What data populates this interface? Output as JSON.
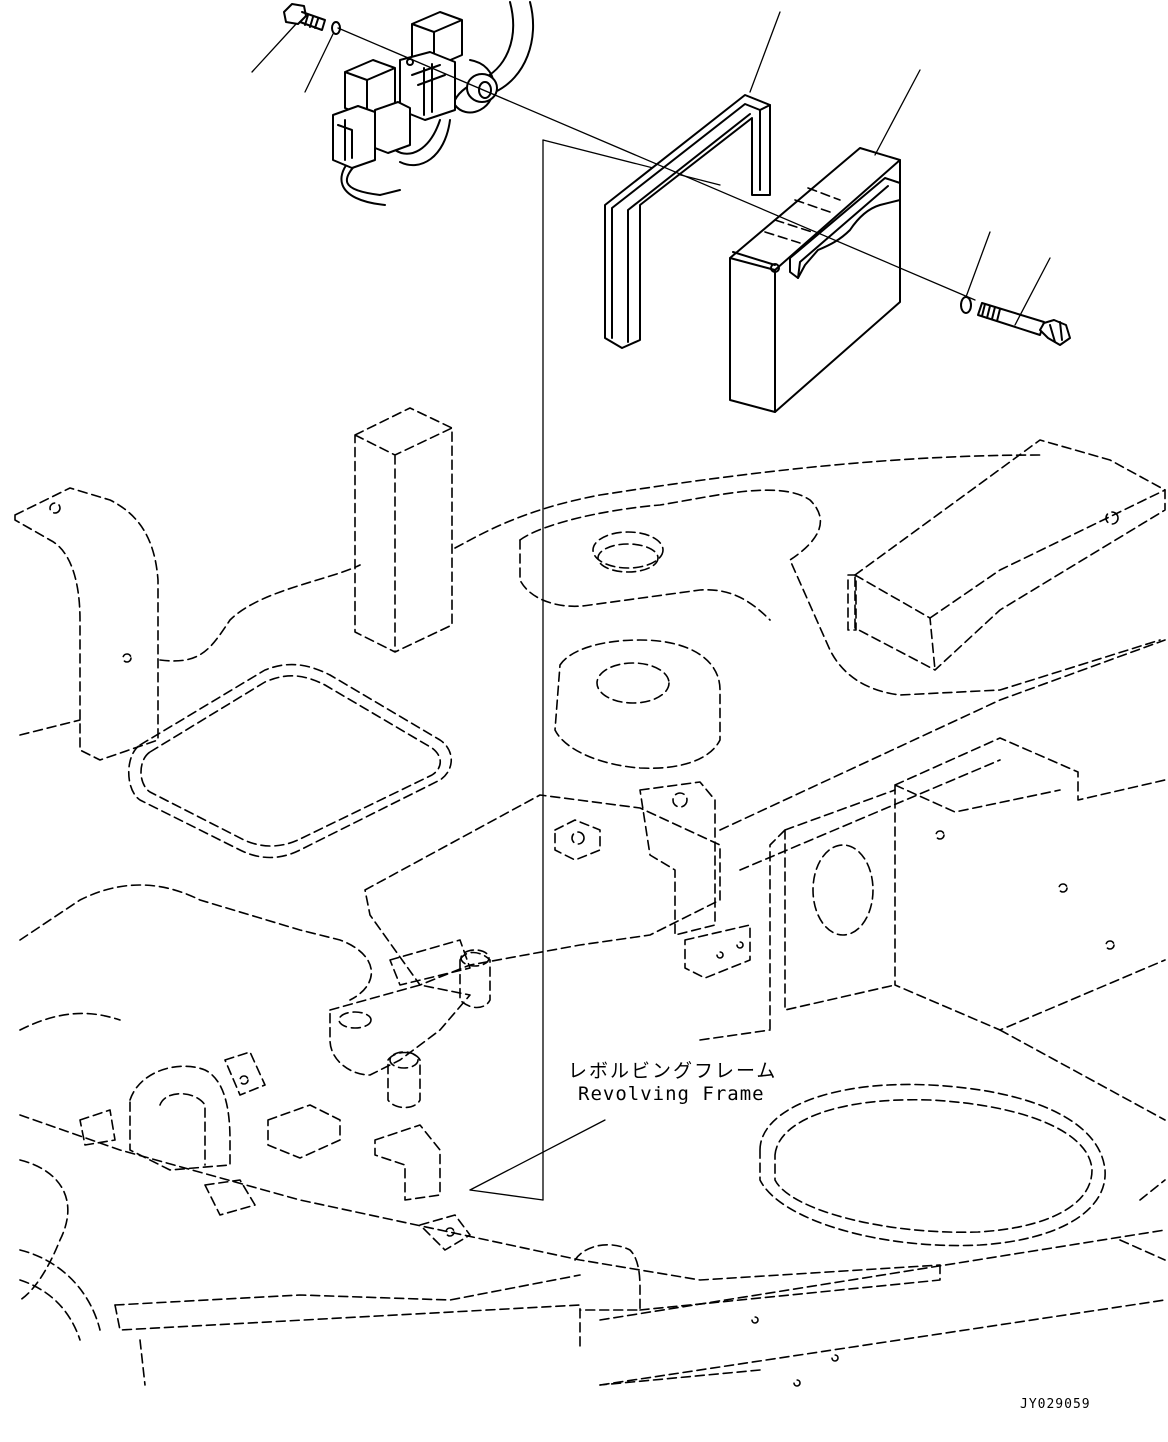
{
  "labels": {
    "frame_jp": "レボルビングフレーム",
    "frame_en": "Revolving Frame"
  },
  "drawing_id": "JY029059"
}
